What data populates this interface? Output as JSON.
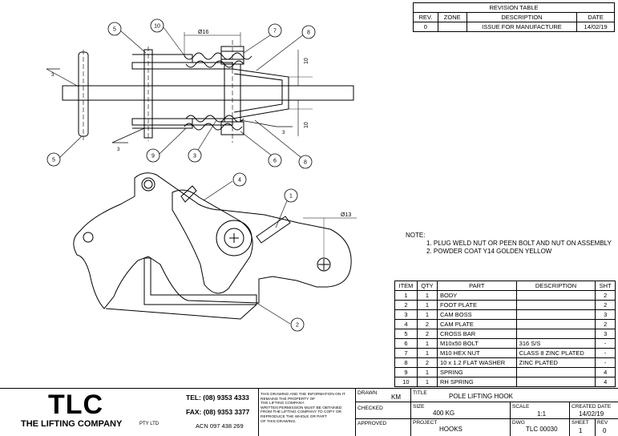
{
  "revision_table": {
    "title": "REVISION TABLE",
    "headers": [
      "REV.",
      "ZONE",
      "DESCRIPTION",
      "DATE"
    ],
    "rows": [
      [
        "0",
        "",
        "ISSUE FOR MANUFACTURE",
        "14/02/19"
      ]
    ]
  },
  "notes": {
    "heading": "NOTE:",
    "items": [
      "1. PLUG WELD NUT OR PEEN BOLT AND NUT ON ASSEMBLY",
      "2. POWDER COAT Y14 GOLDEN YELLOW"
    ]
  },
  "parts_list": {
    "headers": [
      "ITEM",
      "QTY",
      "PART",
      "DESCRIPTION",
      "SHT"
    ],
    "rows": [
      [
        "1",
        "1",
        "BODY",
        "",
        "2"
      ],
      [
        "2",
        "1",
        "FOOT PLATE",
        "",
        "2"
      ],
      [
        "3",
        "1",
        "CAM BOSS",
        "",
        "3"
      ],
      [
        "4",
        "2",
        "CAM PLATE",
        "",
        "2"
      ],
      [
        "5",
        "2",
        "CROSS BAR",
        "",
        "3"
      ],
      [
        "6",
        "1",
        "M10x50 BOLT",
        "316 S/S",
        "-"
      ],
      [
        "7",
        "1",
        "M10 HEX NUT",
        "CLASS 8 ZINC PLATED",
        "-"
      ],
      [
        "8",
        "2",
        "10 x 1.2 FLAT WASHER",
        "ZINC PLATED",
        "-"
      ],
      [
        "9",
        "1",
        "SPRING",
        "",
        "4"
      ],
      [
        "10",
        "1",
        "RH SPRING",
        "",
        "4"
      ]
    ]
  },
  "balloons_top": [
    "5",
    "10",
    "7",
    "8",
    "5",
    "9",
    "3",
    "6",
    "8"
  ],
  "balloons_side": [
    "4",
    "1",
    "2"
  ],
  "dimensions": {
    "dia_16": "Ø16",
    "dia_13": "Ø13",
    "dim_10a": "10",
    "dim_10b": "10"
  },
  "weld_symbols": [
    "3",
    "3",
    "3"
  ],
  "title_block": {
    "company_short": "TLC",
    "company_full": "THE LIFTING COMPANY",
    "pty": "PTY LTD",
    "tel": "TEL: (08) 9353 4333",
    "fax": "FAX: (08) 9353 3377",
    "acn": "ACN 097 438 269",
    "disclaimer": [
      "THIS DRAWING AND THE INFORMATION ON IT",
      "REMAINS THE PROPERTY OF",
      "THE LIFTING COMPANY.",
      "WRITTEN PERMISSION MUST BE OBTAINED",
      "FROM THE LIFTING COMPANY TO COPY OR",
      "REPRODUCE THE WHOLE OR PART",
      "OF THIS DRAWING."
    ],
    "drawn_label": "DRAWN",
    "drawn_value": "KM",
    "checked_label": "CHECKED",
    "approved_label": "APPROVED",
    "title_label": "TITLE",
    "title_value": "POLE LIFTING HOOK",
    "size_label": "SIZE",
    "size_value": "400 KG",
    "scale_label": "SCALE",
    "scale_value": "1:1",
    "created_label": "CREATED DATE",
    "created_value": "14/02/19",
    "project_label": "PROJECT",
    "project_value": "HOOKS",
    "dwg_label": "DWG",
    "dwg_value": "TLC 00030",
    "sheet_label": "SHEET",
    "sheet_value": "1",
    "rev_label": "REV",
    "rev_value": "0"
  }
}
